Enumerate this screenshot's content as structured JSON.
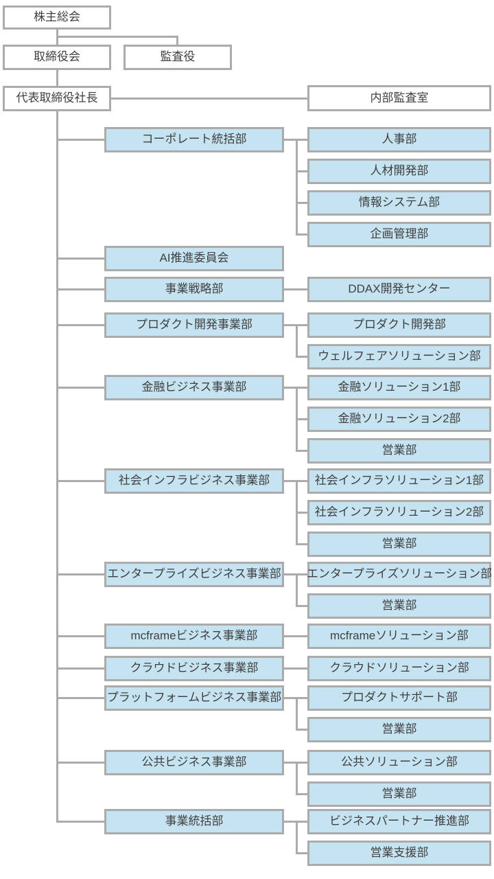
{
  "nodes": {
    "shareholders_meeting": "株主総会",
    "board_of_directors": "取締役会",
    "corporate_auditor": "監査役",
    "president": "代表取締役社長",
    "internal_audit_office": "内部監査室"
  },
  "groups": [
    {
      "parent": "コーポレート統括部",
      "children": [
        "人事部",
        "人材開発部",
        "情報システム部",
        "企画管理部"
      ]
    },
    {
      "parent": "AI推進委員会",
      "children": []
    },
    {
      "parent": "事業戦略部",
      "children": [
        "DDAX開発センター"
      ]
    },
    {
      "parent": "プロダクト開発事業部",
      "children": [
        "プロダクト開発部",
        "ウェルフェアソリューション部"
      ]
    },
    {
      "parent": "金融ビジネス事業部",
      "children": [
        "金融ソリューション1部",
        "金融ソリューション2部",
        "営業部"
      ]
    },
    {
      "parent": "社会インフラビジネス事業部",
      "children": [
        "社会インフラソリューション1部",
        "社会インフラソリューション2部",
        "営業部"
      ]
    },
    {
      "parent": "エンタープライズビジネス事業部",
      "children": [
        "エンタープライズソリューション部",
        "営業部"
      ]
    },
    {
      "parent": "mcframeビジネス事業部",
      "children": [
        "mcframeソリューション部"
      ]
    },
    {
      "parent": "クラウドビジネス事業部",
      "children": [
        "クラウドソリューション部"
      ]
    },
    {
      "parent": "プラットフォームビジネス事業部",
      "children": [
        "プロダクトサポート部",
        "営業部"
      ]
    },
    {
      "parent": "公共ビジネス事業部",
      "children": [
        "公共ソリューション部",
        "営業部"
      ]
    },
    {
      "parent": "事業統括部",
      "children": [
        "ビジネスパートナー推進部",
        "営業支援部"
      ]
    }
  ],
  "colors": {
    "background": "#ffffff",
    "blue_fill": "#c5e3f1",
    "white_fill": "#ffffff",
    "border": "#ababab",
    "text": "#404040"
  }
}
